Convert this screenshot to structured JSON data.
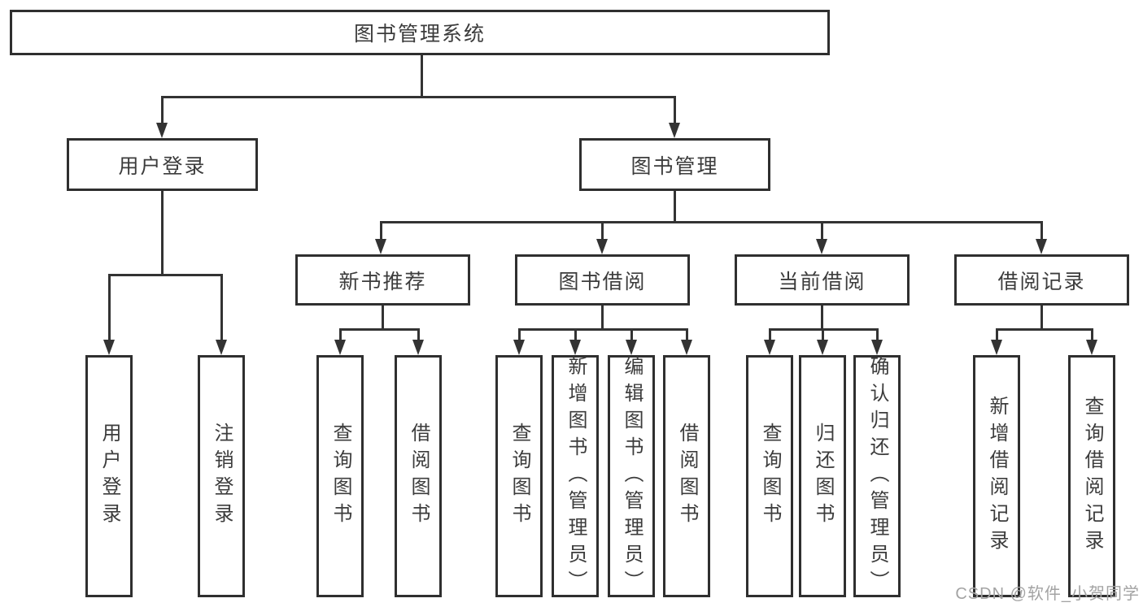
{
  "diagram": {
    "root": {
      "label": "图书管理系统"
    },
    "level2": [
      {
        "label": "用户登录"
      },
      {
        "label": "图书管理"
      }
    ],
    "level3": [
      {
        "label": "新书推荐"
      },
      {
        "label": "图书借阅"
      },
      {
        "label": "当前借阅"
      },
      {
        "label": "借阅记录"
      }
    ],
    "leaves": [
      {
        "label": "用户登录"
      },
      {
        "label": "注销登录"
      },
      {
        "label": "查询图书"
      },
      {
        "label": "借阅图书"
      },
      {
        "label": "查询图书"
      },
      {
        "label": "新增图书（管理员）"
      },
      {
        "label": "编辑图书（管理员）"
      },
      {
        "label": "借阅图书"
      },
      {
        "label": "查询图书"
      },
      {
        "label": "归还图书"
      },
      {
        "label": "确认归还（管理员）"
      },
      {
        "label": "新增借阅记录"
      },
      {
        "label": "查询借阅记录"
      }
    ]
  },
  "watermark": {
    "text": "CSDN @软件_小贺同学"
  },
  "colors": {
    "line": "#333333",
    "border": "#2f2f2f",
    "text": "#3c3c3c",
    "watermark": "#a3a3a3",
    "background": "#ffffff"
  }
}
